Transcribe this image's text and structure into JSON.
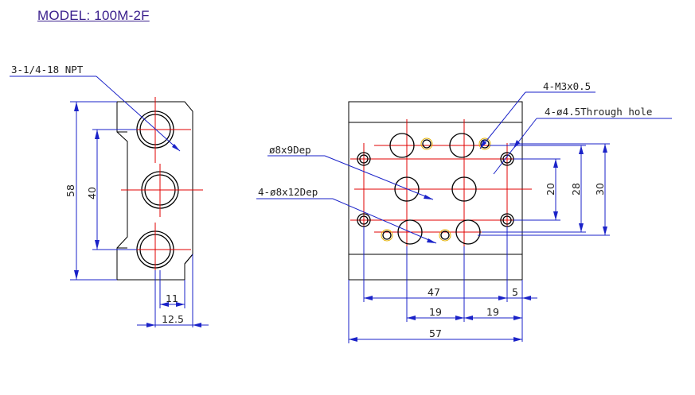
{
  "title": "MODEL: 100M-2F",
  "callouts": {
    "npt": "3-1/4-18 NPT",
    "m3": "4-M3x0.5",
    "through": "4-ø4.5Through hole",
    "dep8x9": "ø8x9Dep",
    "dep8x12": "4-ø8x12Dep"
  },
  "dims": {
    "d58": "58",
    "d40": "40",
    "d11": "11",
    "d12_5": "12.5",
    "d20": "20",
    "d28": "28",
    "d30": "30",
    "d47": "47",
    "d5": "5",
    "d19a": "19",
    "d19b": "19",
    "d57": "57"
  },
  "colors": {
    "title": "#3a1f8c",
    "dimension": "#1a22c8",
    "centerline": "#e00000",
    "outline": "#000000"
  }
}
